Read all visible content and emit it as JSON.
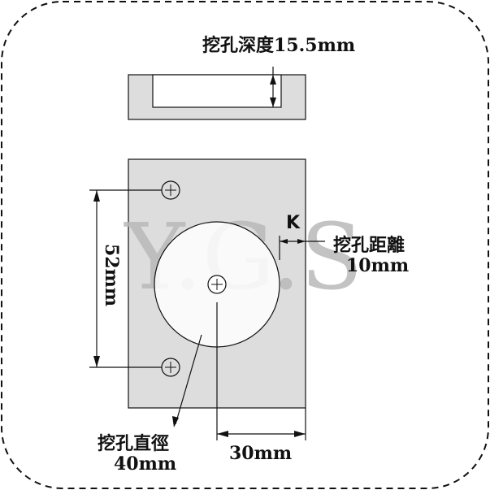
{
  "colors": {
    "plate": "#dddddd",
    "line": "#111111",
    "watermark": "#b8b8b8",
    "border": "#111111"
  },
  "watermark": "Y.G.S",
  "depth_label": "挖孔深度15.5mm",
  "distance_label": {
    "line1": "挖孔距離",
    "line2": "10mm"
  },
  "k_label": "K",
  "height_label": "52mm",
  "diameter_label": {
    "line1": "挖孔直徑",
    "line2": "40mm"
  },
  "offset_label": "30mm"
}
